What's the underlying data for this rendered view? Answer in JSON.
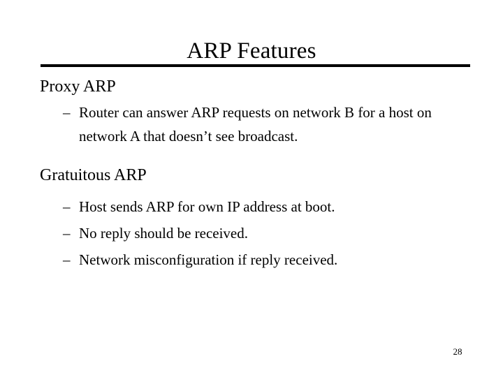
{
  "slide": {
    "title": "ARP Features",
    "page_number": "28",
    "bullet_marker": "–",
    "colors": {
      "background": "#ffffff",
      "text": "#000000",
      "rule": "#000000"
    },
    "sections": [
      {
        "heading": "Proxy ARP",
        "bullets": [
          "Router can answer ARP requests on network B for a host on network A that doesn’t see broadcast."
        ]
      },
      {
        "heading": "Gratuitous ARP",
        "bullets": [
          "Host sends ARP for own IP address at boot.",
          "No reply should be received.",
          "Network misconfiguration if reply received."
        ]
      }
    ]
  }
}
